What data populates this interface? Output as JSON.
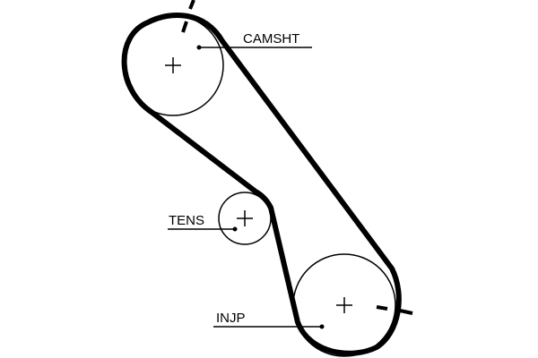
{
  "labels": {
    "camshaft": "CAMSHT",
    "tensioner": "TENS",
    "injection_pump": "INJP"
  },
  "colors": {
    "ink": "#000000",
    "background": "#ffffff"
  }
}
